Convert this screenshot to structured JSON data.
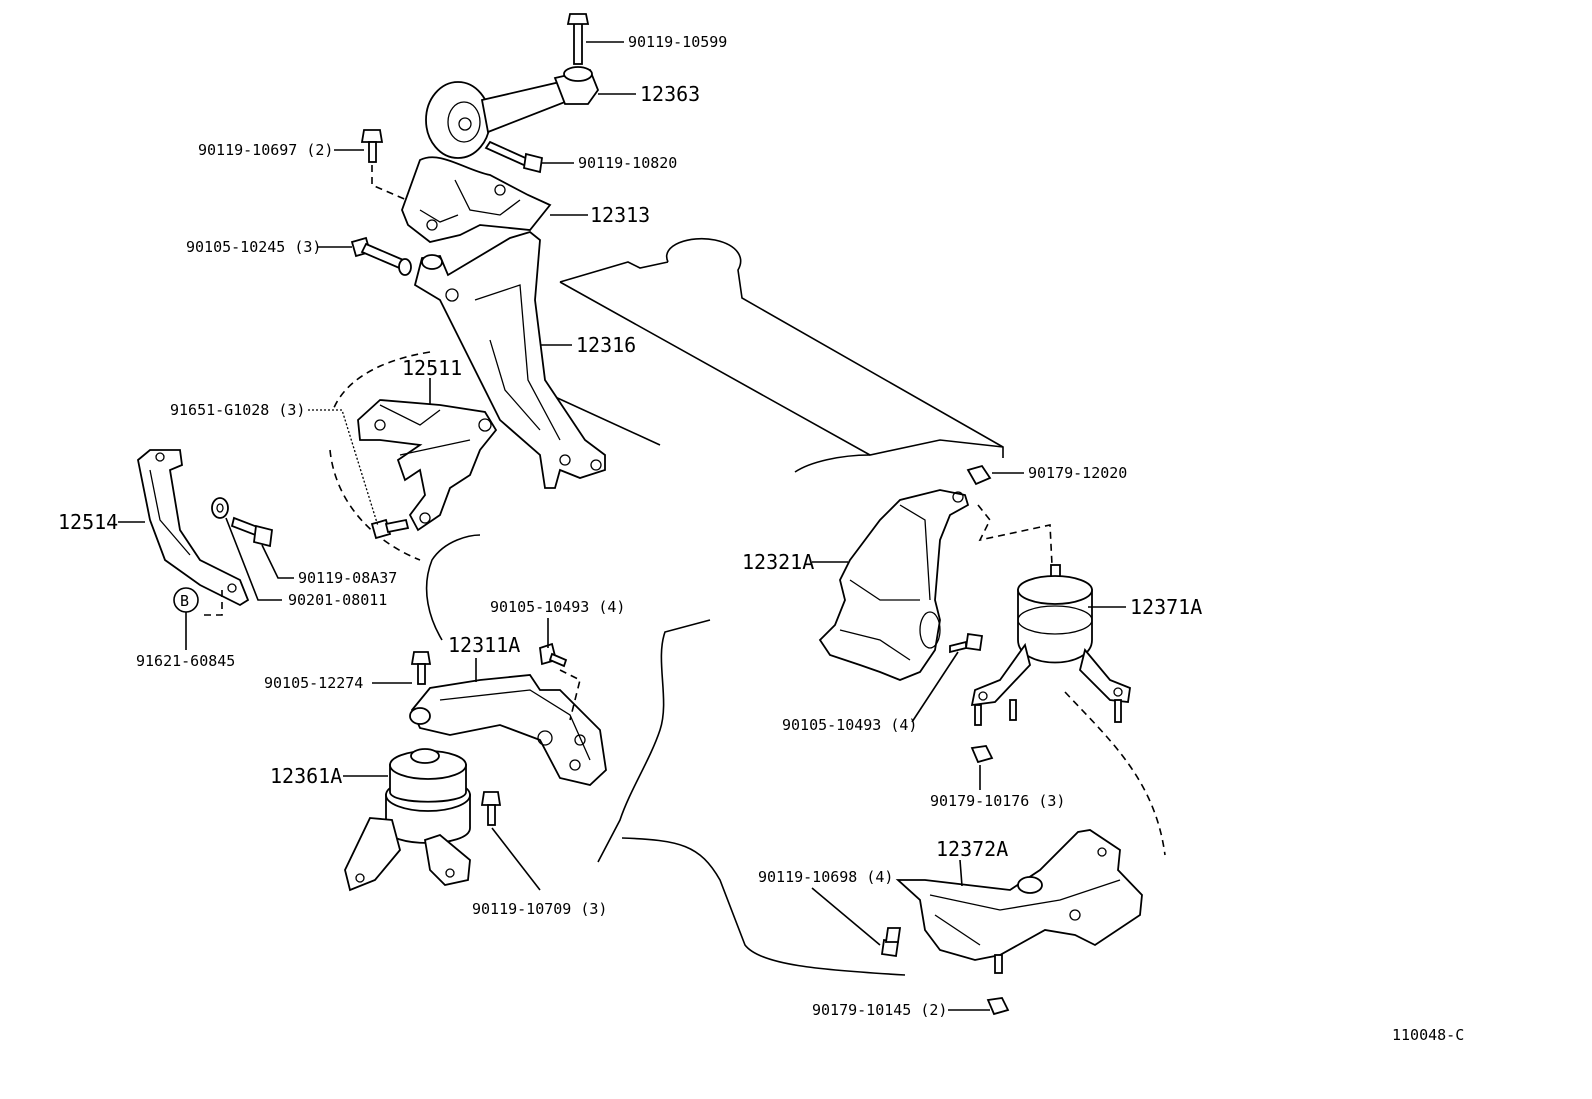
{
  "diagram": {
    "id_code": "110048-C",
    "labels": {
      "p12363": "12363",
      "p12313": "12313",
      "p12316": "12316",
      "p12511": "12511",
      "p12514": "12514",
      "p12311A": "12311A",
      "p12361A": "12361A",
      "p12321A": "12321A",
      "p12371A": "12371A",
      "p12372A": "12372A",
      "b90119_10599": "90119-10599",
      "b90119_10697": "90119-10697 (2)",
      "b90119_10820": "90119-10820",
      "b90105_10245": "90105-10245 (3)",
      "b91651_G1028": "91651-G1028 (3)",
      "b90119_08A37": "90119-08A37",
      "b90201_08011": "90201-08011",
      "b91621_60845": "91621-60845",
      "ref_B": "B",
      "b90105_10493_a": "90105-10493 (4)",
      "b90105_12274": "90105-12274",
      "b90119_10709": "90119-10709 (3)",
      "b90179_12020": "90179-12020",
      "b90105_10493_b": "90105-10493 (4)",
      "b90179_10176": "90179-10176 (3)",
      "b90119_10698": "90119-10698 (4)",
      "b90179_10145": "90179-10145 (2)"
    }
  }
}
